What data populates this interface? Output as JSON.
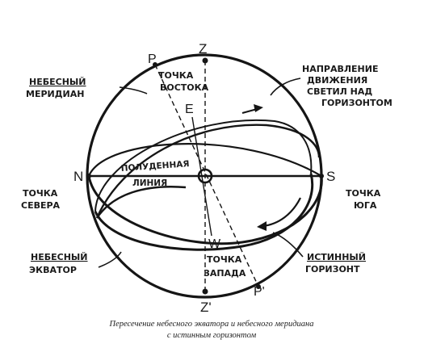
{
  "diagram": {
    "points": {
      "zenith": "Z",
      "nadir": "Z'",
      "north": "N",
      "south": "S",
      "east": "E",
      "west": "W",
      "pole_north": "P",
      "pole_south": "P'"
    },
    "labels": {
      "east_point": [
        "ТОЧКА",
        "ВОСТОКА"
      ],
      "west_point": [
        "ТОЧКА",
        "ЗАПАДА"
      ],
      "north_point": [
        "ТОЧКА",
        "СЕВЕРА"
      ],
      "south_point": [
        "ТОЧКА",
        "ЮГА"
      ],
      "celestial_meridian": [
        "НЕБЕСНЫЙ",
        "МЕРИДИАН"
      ],
      "celestial_equator": [
        "НЕБЕСНЫЙ",
        "ЭКВАТОР"
      ],
      "noon_line": [
        "ПОЛУДЕННАЯ",
        "ЛИНИЯ"
      ],
      "star_motion": [
        "НАПРАВЛЕНИЕ",
        "ДВИЖЕНИЯ",
        "СВЕТИЛ НАД",
        "ГОРИЗОНТОМ"
      ],
      "true_horizon": [
        "ИСТИННЫЙ",
        "ГОРИЗОНТ"
      ]
    },
    "colors": {
      "ink": "#151515",
      "background": "#ffffff"
    }
  },
  "caption": {
    "line1": "Пересечение небесного экватора и небесного меридиана",
    "line2": "с истинным горизонтом"
  }
}
